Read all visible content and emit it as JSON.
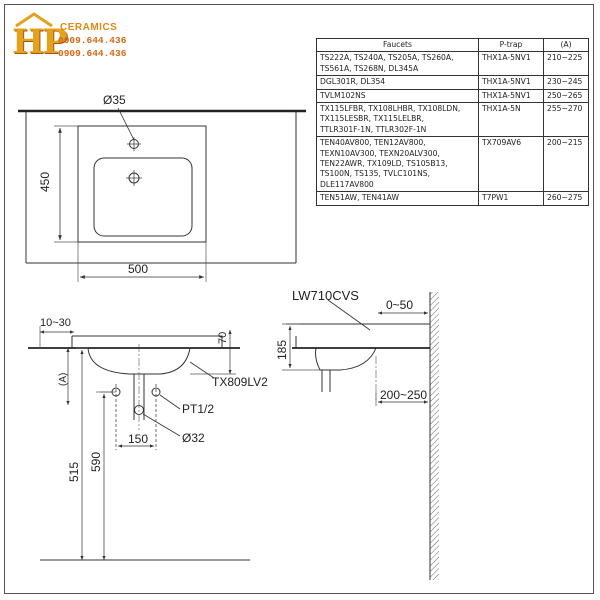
{
  "brand": {
    "logo_letters": "HP",
    "name": "CERAMICS",
    "phone_1": "0909.644.436",
    "phone_2": "0909.644.436"
  },
  "spec_table": {
    "headers": [
      "Faucets",
      "P-trap",
      "(A)"
    ],
    "rows": [
      {
        "faucets": [
          "TS222A, TS240A, TS205A, TS260A,",
          "TS561A, TS268N, DL345A"
        ],
        "ptrap": "THX1A-5NV1",
        "range": "210~225"
      },
      {
        "faucets": [
          "DGL301R, DL354"
        ],
        "ptrap": "THX1A-5NV1",
        "range": "230~245"
      },
      {
        "faucets": [
          "TVLM102NS"
        ],
        "ptrap": "THX1A-5NV1",
        "range": "250~265"
      },
      {
        "faucets": [
          "TX115LFBR, TX108LHBR, TX108LDN,",
          "TX115LESBR, TX115LELBR,",
          "TTLR301F-1N, TTLR302F-1N"
        ],
        "ptrap": "THX1A-5N",
        "range": "255~270"
      },
      {
        "faucets": [
          "TEN40AV800, TEN12AV800,",
          "TEXN10AV300, TEXN20ALV300,",
          "TEN22AWR, TX109LD, TS105B13,",
          "TS100N, TS135, TVLC101NS,",
          "DLE117AV800"
        ],
        "ptrap": "TX709AV6",
        "range": "200~215"
      },
      {
        "faucets": [
          "TEN51AW, TEN41AW"
        ],
        "ptrap": "T7PW1",
        "range": "260~275"
      }
    ]
  },
  "top_view": {
    "hole_dim": "Ø35",
    "depth_dim": "450",
    "width_dim": "500"
  },
  "front_view": {
    "offset_dim": "10~30",
    "rim_dim": "70",
    "a_label": "(A)",
    "ptrap_model": "TX809LV2",
    "thread_label": "PT1/2",
    "spacing_dim": "150",
    "drain_dim": "Ø32",
    "height_515": "515",
    "height_590": "590"
  },
  "side_view": {
    "model": "LW710CVS",
    "gap_dim": "0~50",
    "height_dim": "185",
    "wall_dist": "200~250"
  },
  "colors": {
    "line": "#333333",
    "dim": "#555555",
    "logo_gold": "#e2a21a",
    "logo_orange": "#d26a14"
  }
}
